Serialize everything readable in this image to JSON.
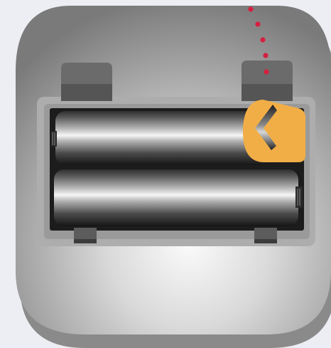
{
  "illustration": {
    "subject": "battery-compartment-with-two-cylindrical-batteries",
    "battery_count": 2,
    "accent_color": "#f2ae46",
    "indicator_dot_color": "#d6203f",
    "indicator_dot_count": 5,
    "background_color": "#eceef3",
    "tab_icon": "chevron-left-icon"
  }
}
